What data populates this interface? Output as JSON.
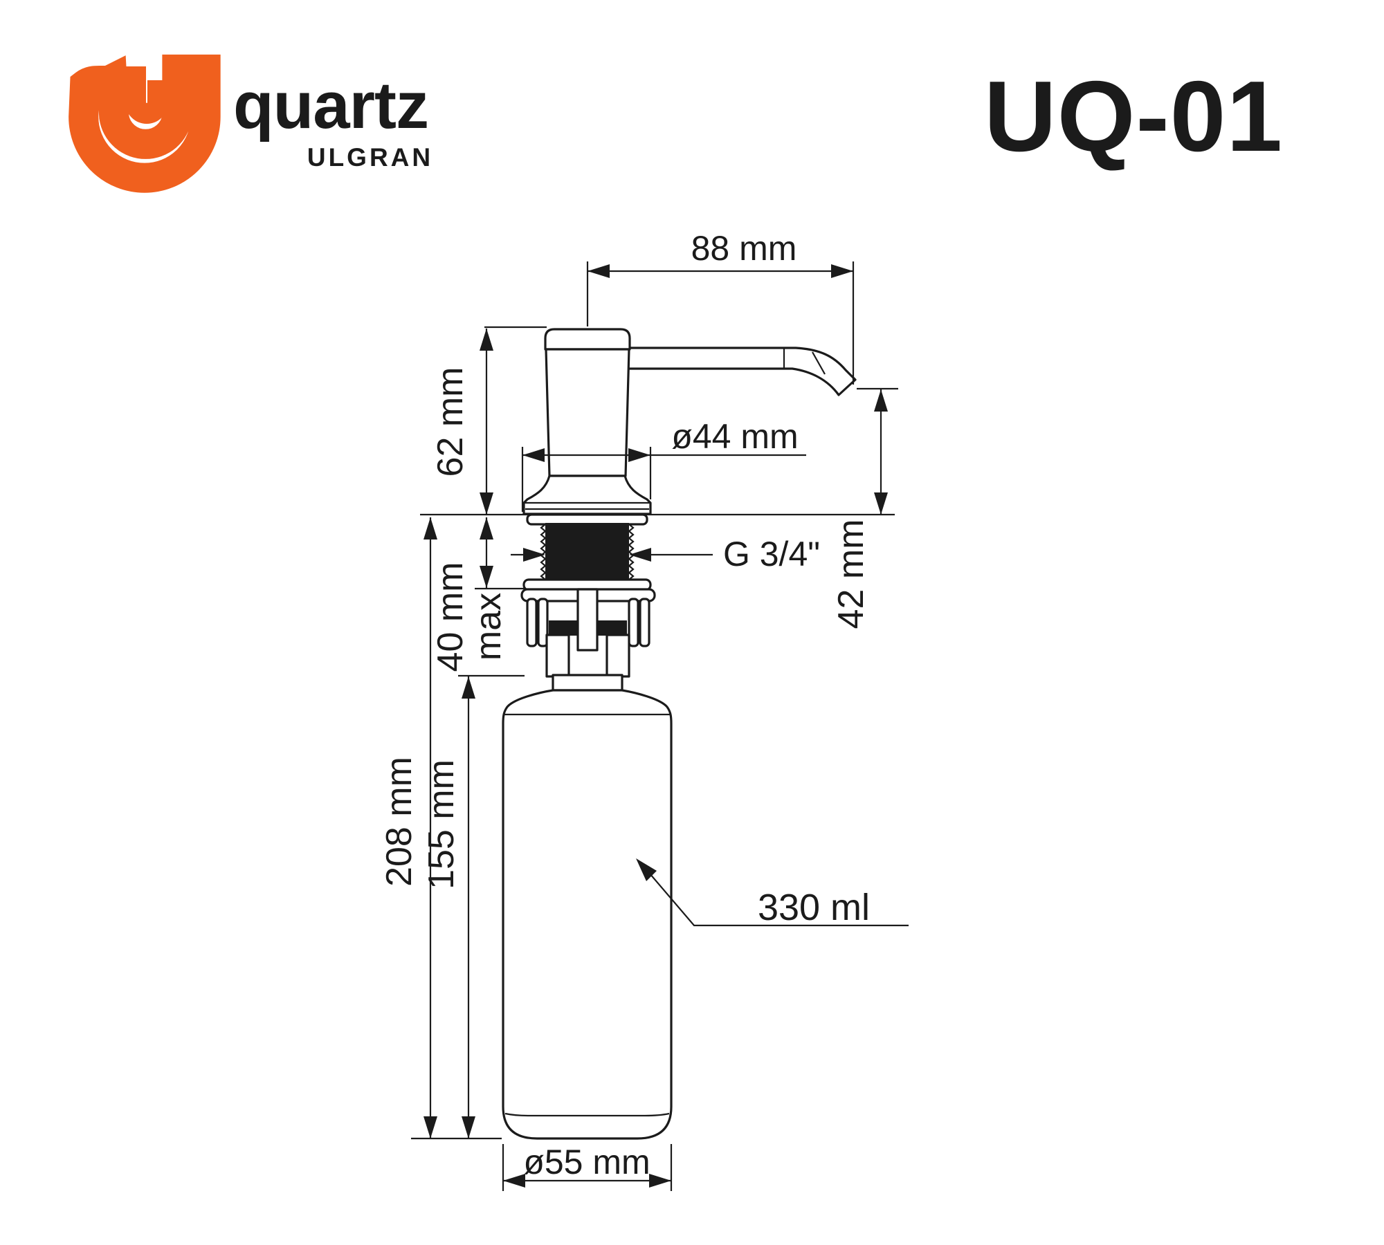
{
  "page": {
    "background": "#ffffff",
    "line_color": "#1b1b1b"
  },
  "header": {
    "brand": "quartz",
    "sub_brand": "ULGRAN",
    "model": "UQ-01",
    "brand_color": "#F0601E"
  },
  "diagram": {
    "product": "built-in kitchen soap dispenser technical drawing",
    "dimensions": {
      "spout_reach": "88 mm",
      "head_height": "62 mm",
      "flange_diameter": "ø44 mm",
      "thread_size": "G 3/4\"",
      "spout_to_deck": "42 mm",
      "deck_thickness": "40 mm",
      "deck_thickness_qualifier": "max",
      "overall_height": "208 mm",
      "bottle_height": "155 mm",
      "bottle_volume": "330 ml",
      "bottle_diameter": "ø55 mm"
    }
  }
}
